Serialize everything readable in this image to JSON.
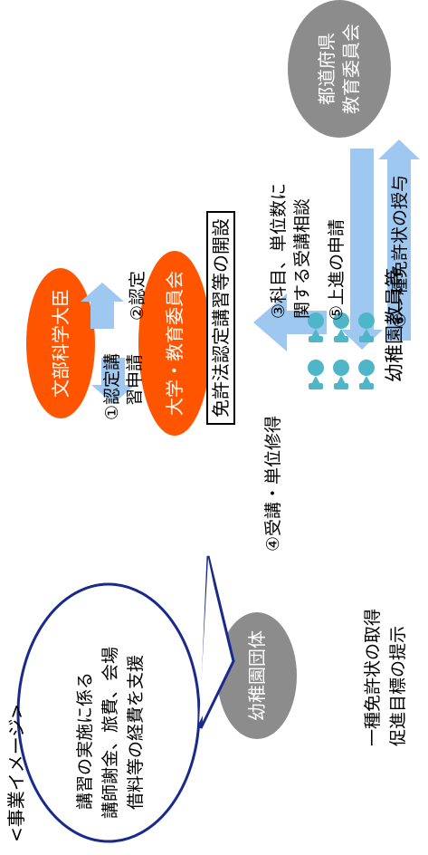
{
  "title": "<事業イメージ>",
  "nodes": {
    "minister": "文部科学大臣",
    "university": "大学・教育委員会",
    "prefecture_line1": "都道府県",
    "prefecture_line2": "教育委員会",
    "kindergarten_group": "幼稚園団体",
    "teachers": "幼稚園教員等"
  },
  "course_box": "免許法認定講習等の開設",
  "steps": {
    "s1_line1": "①認定講",
    "s1_line2": "習申請",
    "s2": "②認定",
    "s3_line1": "③科目、単位数に",
    "s3_line2": "関する受講相談",
    "s4": "④受講・単位修得",
    "s5": "⑤上進の申請",
    "s6": "⑥一種免許状の授与"
  },
  "support_bubble": {
    "line1": "講習の実施に係る",
    "line2": "講師謝金、旅費、会場",
    "line3": "借料等の経費を支援"
  },
  "group_note": {
    "line1": "一種免許状の取得",
    "line2": "促進目標の提示"
  },
  "colors": {
    "orange_node": "#ff5500",
    "gray_node": "#8c8c8c",
    "arrow": "#9ec8ef",
    "person": "#4fb5c8"
  }
}
